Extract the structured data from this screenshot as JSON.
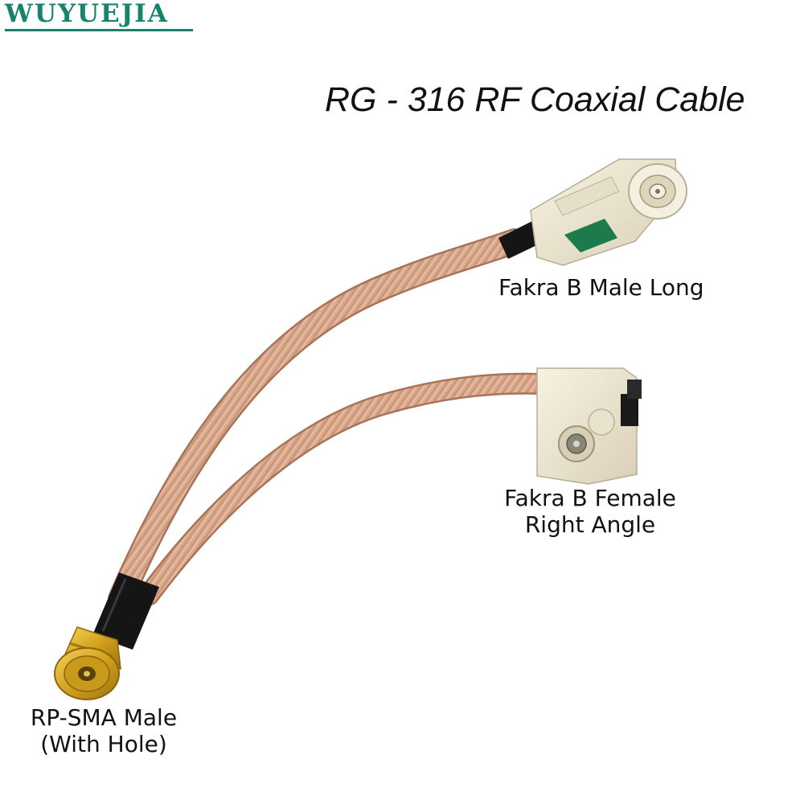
{
  "brand": {
    "name": "WUYUEJIA",
    "accent_color": "#17836f"
  },
  "title": "RG - 316 RF Coaxial Cable",
  "labels": {
    "male_long": "Fakra B Male Long",
    "female_line1": "Fakra B Female",
    "female_line2": "Right Angle",
    "rpsma_line1": "RP-SMA Male",
    "rpsma_line2": "(With Hole)"
  },
  "colors": {
    "cable": "#d6a58a",
    "connector_gold": "#d7ab20",
    "fakra_body": "#ece5cf",
    "heat_shrink": "#141414"
  }
}
